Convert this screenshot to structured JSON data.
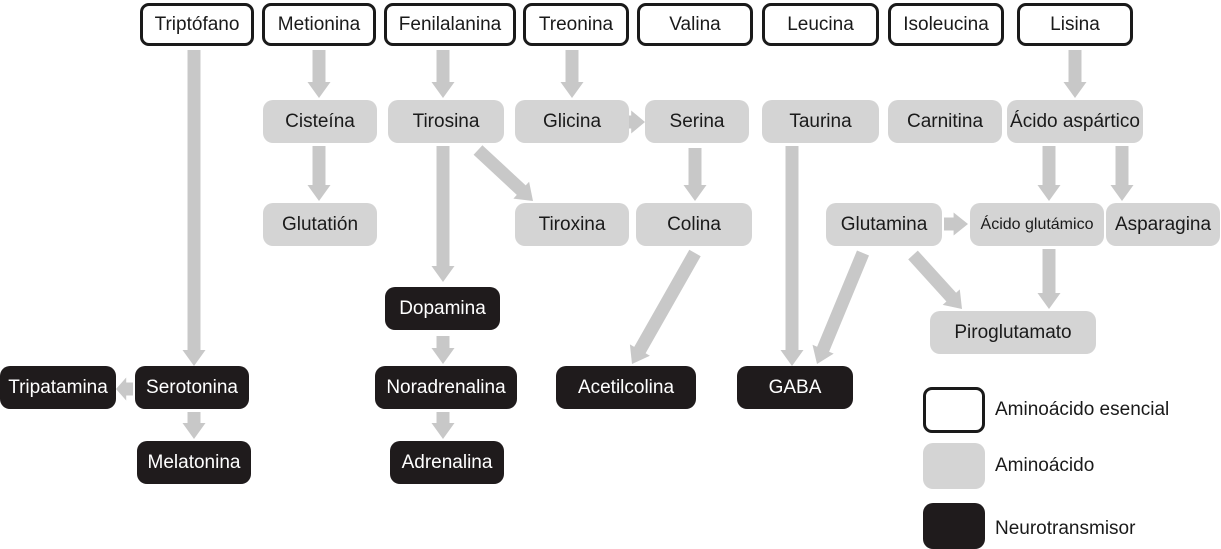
{
  "legend": {
    "essential": "Aminoácido esencial",
    "amino": "Aminoácido",
    "neuro": "Neurotransmisor"
  },
  "nodes": {
    "triptofano": "Triptófano",
    "metionina": "Metionina",
    "fenilalanina": "Fenilalanina",
    "treonina": "Treonina",
    "valina": "Valina",
    "leucina": "Leucina",
    "isoleucina": "Isoleucina",
    "lisina": "Lisina",
    "cisteina": "Cisteína",
    "tirosina": "Tirosina",
    "glicina": "Glicina",
    "serina": "Serina",
    "taurina": "Taurina",
    "carnitina": "Carnitina",
    "acido_aspartico": "Ácido aspártico",
    "glutation": "Glutatión",
    "tiroxina": "Tiroxina",
    "colina": "Colina",
    "glutamina": "Glutamina",
    "acido_glutamico": "Ácido glutámico",
    "asparagina": "Asparagina",
    "dopamina": "Dopamina",
    "piroglutamato": "Piroglutamato",
    "tripatamina": "Tripatamina",
    "serotonina": "Serotonina",
    "noradrenalina": "Noradrenalina",
    "acetilcolina": "Acetilcolina",
    "gaba": "GABA",
    "melatonina": "Melatonina",
    "adrenalina": "Adrenalina"
  },
  "colors": {
    "essential_border": "#1a1a1a",
    "amino_fill": "#d4d4d4",
    "neuro_fill": "#1f1b1c",
    "arrow": "#c8c8c8"
  }
}
